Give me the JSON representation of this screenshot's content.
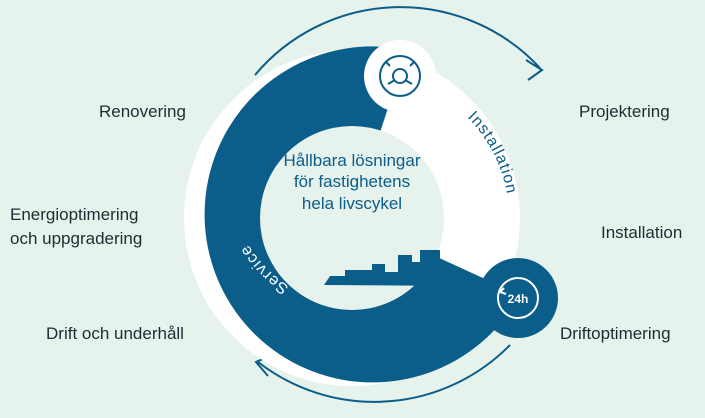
{
  "colors": {
    "background": "#e6f2ec",
    "service_ring": "#0b5d8a",
    "installation_ring": "#ffffff",
    "center_disc": "#e6f2ec",
    "skyline": "#0b5d8a",
    "arrow": "#0b5d8a",
    "text": "#1f2b33"
  },
  "center": {
    "text": "Hållbara lösningar för fastighetens hela livscykel"
  },
  "ring_labels": {
    "installation": "Installation",
    "service": "Service"
  },
  "icons": {
    "top": "wrench-gear-icon",
    "bottom": "clock-24h-icon",
    "bottom_text": "24h"
  },
  "left_labels": {
    "renovering": "Renovering",
    "energi_line1": "Energioptimering",
    "energi_line2": "och uppgradering",
    "drift": "Drift och underhåll"
  },
  "right_labels": {
    "projektering": "Projektering",
    "installation": "Installation",
    "driftoptimering": "Driftoptimering"
  }
}
